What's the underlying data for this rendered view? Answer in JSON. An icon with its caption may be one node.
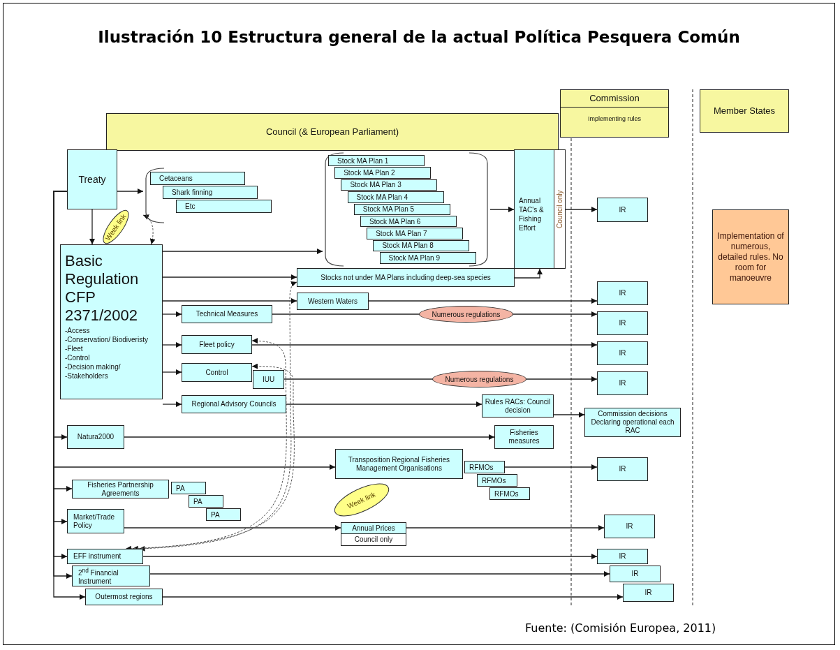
{
  "diagram": {
    "title": "Ilustración 10 Estructura general de la actual Política Pesquera Común",
    "caption": "Fuente: (Comisión Europea, 2011)",
    "nodes": [
      {
        "text": [
          "Council (& European Parliament)"
        ]
      },
      {
        "text": [
          "Commission",
          "Implementing rules"
        ]
      },
      {
        "text": [
          "Member States"
        ]
      },
      {
        "text": [
          "Treaty"
        ]
      },
      {
        "text": [],
        "shape": "bracket"
      },
      {
        "text": [
          "Cetaceans"
        ],
        "in": 4
      },
      {
        "text": [
          "Shark finning"
        ],
        "in": 4
      },
      {
        "text": [
          "Etc"
        ],
        "in": 4
      },
      {
        "text": [
          "Week link"
        ]
      },
      {
        "text": [],
        "shape": "bracket"
      },
      {
        "text": [
          "Stock MA Plan 1"
        ],
        "in": 9
      },
      {
        "text": [
          "Stock MA Plan 2"
        ],
        "in": 9
      },
      {
        "text": [
          "Stock MA Plan 3"
        ],
        "in": 9
      },
      {
        "text": [
          "Stock MA Plan 4"
        ],
        "in": 9
      },
      {
        "text": [
          "Stock MA Plan 5"
        ],
        "in": 9
      },
      {
        "text": [
          "Stock MA Plan 6"
        ],
        "in": 9
      },
      {
        "text": [
          "Stock MA Plan 7"
        ],
        "in": 9
      },
      {
        "text": [
          "Stock MA Plan 8"
        ],
        "in": 9
      },
      {
        "text": [
          "Stock MA Plan 9"
        ],
        "in": 9
      },
      {
        "text": [
          "Annual TAC's & Fishing Effort",
          "Council only"
        ]
      },
      {
        "text": [
          "Basic Regulation CFP 2371/2002",
          "-Access",
          "-Conservation/ Biodiveristy",
          "-Fleet",
          "-Control",
          "-Decision making/",
          "-Stakeholders"
        ]
      },
      {
        "text": [
          "Stocks not under MA Plans including deep-sea species"
        ]
      },
      {
        "text": [
          "Western Waters"
        ]
      },
      {
        "text": [
          "Technical Measures"
        ]
      },
      {
        "text": [
          "Fleet policy"
        ]
      },
      {
        "text": [
          "Control"
        ]
      },
      {
        "text": [
          "IUU"
        ]
      },
      {
        "text": [
          "Regional Advisory Councils"
        ]
      },
      {
        "text": [
          "Rules RACs: Council decision"
        ]
      },
      {
        "text": [
          "Commission decisions Declaring operational each RAC"
        ]
      },
      {
        "text": [
          "Natura2000"
        ]
      },
      {
        "text": [
          "Fisheries measures"
        ]
      },
      {
        "text": [
          "Week link"
        ]
      },
      {
        "text": [
          "Transposition Regional Fisheries Management Organisations"
        ]
      },
      {
        "text": [
          "RFMOs"
        ]
      },
      {
        "text": [
          "RFMOs"
        ]
      },
      {
        "text": [
          "RFMOs"
        ]
      },
      {
        "text": [
          "Fisheries Partnership Agreements"
        ]
      },
      {
        "text": [
          "PA"
        ]
      },
      {
        "text": [
          "PA"
        ]
      },
      {
        "text": [
          "PA"
        ]
      },
      {
        "text": [
          "Market/Trade Policy"
        ]
      },
      {
        "text": [
          "Annual Prices",
          "Council only"
        ]
      },
      {
        "text": [
          "EFF instrument"
        ]
      },
      {
        "text": [
          "2$^{nd}$ Financial Instrument"
        ]
      },
      {
        "text": [
          "Outermost regions"
        ]
      },
      {
        "text": [
          "IR"
        ]
      },
      {
        "text": [
          "IR"
        ]
      },
      {
        "text": [
          "IR"
        ]
      },
      {
        "text": [
          "IR"
        ]
      },
      {
        "text": [
          "IR"
        ]
      },
      {
        "text": [
          "IR"
        ]
      },
      {
        "text": [
          "IR"
        ]
      },
      {
        "text": [
          "IR"
        ]
      },
      {
        "text": [
          "IR"
        ]
      },
      {
        "text": [
          "IR"
        ]
      },
      {
        "text": [
          "Implementation of numerous, detailed rules. No room for manoeuvre"
        ]
      }
    ],
    "edges": [
      {
        "from": 3,
        "to": 4,
        "arrow": "to"
      },
      {
        "from": 3,
        "to": 20,
        "arrow": "to"
      },
      {
        "from": 3,
        "to": 30,
        "arrow": "to"
      },
      {
        "from": 3,
        "to": 33,
        "arrow": "to"
      },
      {
        "from": 3,
        "to": 37,
        "arrow": "to"
      },
      {
        "from": 3,
        "to": 41,
        "arrow": "to"
      },
      {
        "from": 3,
        "to": 43,
        "arrow": "to"
      },
      {
        "from": 3,
        "to": 44,
        "arrow": "to"
      },
      {
        "from": 3,
        "to": 45,
        "arrow": "to"
      },
      {
        "from": 20,
        "to": 9,
        "arrow": "to"
      },
      {
        "from": 20,
        "to": 21,
        "arrow": "to"
      },
      {
        "from": 20,
        "to": 22,
        "arrow": "to"
      },
      {
        "from": 20,
        "to": 23,
        "arrow": "to"
      },
      {
        "from": 20,
        "to": 24,
        "arrow": "to"
      },
      {
        "from": 20,
        "to": 25,
        "arrow": "to"
      },
      {
        "from": 20,
        "to": 27,
        "arrow": "to"
      },
      {
        "from": 9,
        "to": 19,
        "arrow": "to"
      },
      {
        "from": 21,
        "to": 19,
        "arrow": "to"
      },
      {
        "from": 19,
        "to": 46,
        "arrow": "to"
      },
      {
        "from": 22,
        "to": 47,
        "arrow": "to"
      },
      {
        "from": 23,
        "to": 48,
        "arrow": "to",
        "label": "Numerous regulations"
      },
      {
        "from": 24,
        "to": 49,
        "arrow": "to"
      },
      {
        "from": 26,
        "to": 50,
        "arrow": "to",
        "label": "Numerous regulations"
      },
      {
        "from": 27,
        "to": 28,
        "arrow": "to"
      },
      {
        "from": 28,
        "to": 29,
        "arrow": "to"
      },
      {
        "from": 30,
        "to": 31,
        "arrow": "to"
      },
      {
        "from": 34,
        "to": 51,
        "arrow": "to"
      },
      {
        "from": 41,
        "to": 42,
        "arrow": "to"
      },
      {
        "from": 42,
        "to": 52,
        "arrow": "to"
      },
      {
        "from": 43,
        "to": 53,
        "arrow": "to"
      },
      {
        "from": 44,
        "to": 54,
        "arrow": "to"
      },
      {
        "from": 45,
        "to": 55,
        "arrow": "to"
      },
      {
        "from": 20,
        "to": 4,
        "arrow": "both",
        "style": "dashed"
      },
      {
        "from": 21,
        "to": 43,
        "arrow": "both",
        "style": "dashed"
      },
      {
        "from": 24,
        "to": 43,
        "arrow": "both",
        "style": "dashed"
      },
      {
        "from": 25,
        "to": 43,
        "arrow": "both",
        "style": "dashed"
      }
    ]
  }
}
